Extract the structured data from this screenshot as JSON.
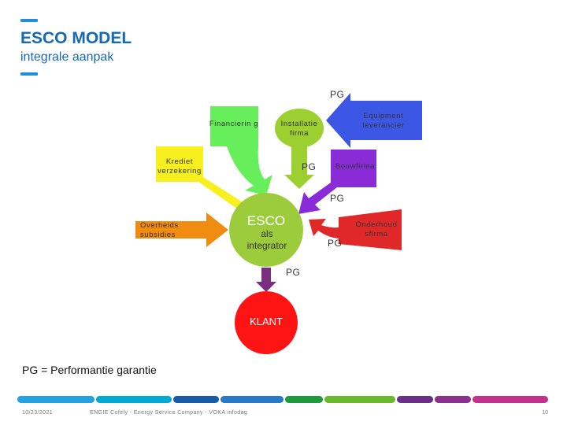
{
  "header": {
    "title": "ESCO MODEL",
    "subtitle": "integrale aanpak"
  },
  "nodes": {
    "financiering": "Financierin g",
    "installatie": "Installatie firma",
    "equipment": "Equipment leverancier",
    "krediet": "Krediet verzekering",
    "bouwfirma": "Bouwfirma",
    "overheids": "Overheids subsidies",
    "esco_title": "ESCO",
    "esco_sub": "als integrator",
    "onderhoud": "Onderhoud sfirma",
    "klant": "KLANT"
  },
  "pg_labels": {
    "top": "PG",
    "bouw": "PG",
    "right_upper": "PG",
    "onderhoud": "PG",
    "klant": "PG"
  },
  "legend": "PG = Performantie garantie",
  "footer": {
    "date": "10/23/2021",
    "text": "ENGIE Cofely - Energy Service Company - VOKA infodag",
    "page": "10"
  },
  "colors": {
    "accent": "#1e8fd8",
    "title": "#1569b5",
    "financiering": "#66ef5a",
    "installatie": "#9bd030",
    "equipment": "#3c57e6",
    "krediet": "#f7ef1e",
    "bouwfirma": "#8a2bd8",
    "overheids": "#f08c10",
    "esco": "#9ccc3c",
    "onderhoud": "#e02828",
    "arrow_down": "#7a2e80",
    "klant": "#ff1414"
  }
}
